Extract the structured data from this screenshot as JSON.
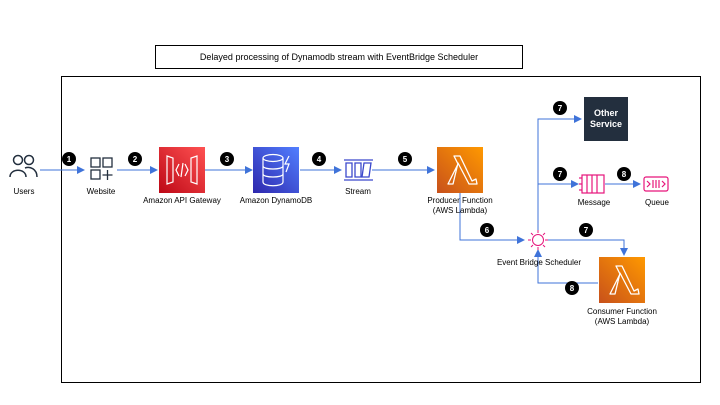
{
  "title": "Delayed processing of Dynamodb stream with EventBridge Scheduler",
  "nodes": {
    "users": "Users",
    "website": "Website",
    "api_gateway": "Amazon API Gateway",
    "dynamodb": "Amazon DynamoDB",
    "stream": "Stream",
    "producer_line1": "Producer Function",
    "producer_line2": "(AWS Lambda)",
    "other_service_line1": "Other",
    "other_service_line2": "Service",
    "message": "Message",
    "queue": "Queue",
    "scheduler": "Event Bridge Scheduler",
    "consumer_line1": "Consumer Function",
    "consumer_line2": "(AWS Lambda)"
  },
  "steps": {
    "s1": "1",
    "s2": "2",
    "s3": "3",
    "s4": "4",
    "s5": "5",
    "s6": "6",
    "s7a": "7",
    "s7b": "7",
    "s7c": "7",
    "s8a": "8",
    "s8b": "8"
  },
  "colors": {
    "arrow": "#3f73d9",
    "api_gateway": "#c7131f",
    "dynamodb": "#3b48cc",
    "lambda": "#ed7100",
    "eventbridge": "#e7157b",
    "other_service": "#232f3e",
    "stream": "#3b48cc"
  },
  "icons": {
    "users": "users-icon",
    "website": "website-icon",
    "api_gateway": "api-gateway-icon",
    "dynamodb": "dynamodb-icon",
    "stream": "stream-icon",
    "lambda": "lambda-icon",
    "message": "sqs-message-icon",
    "queue": "sqs-queue-icon",
    "scheduler": "eventbridge-scheduler-icon"
  }
}
